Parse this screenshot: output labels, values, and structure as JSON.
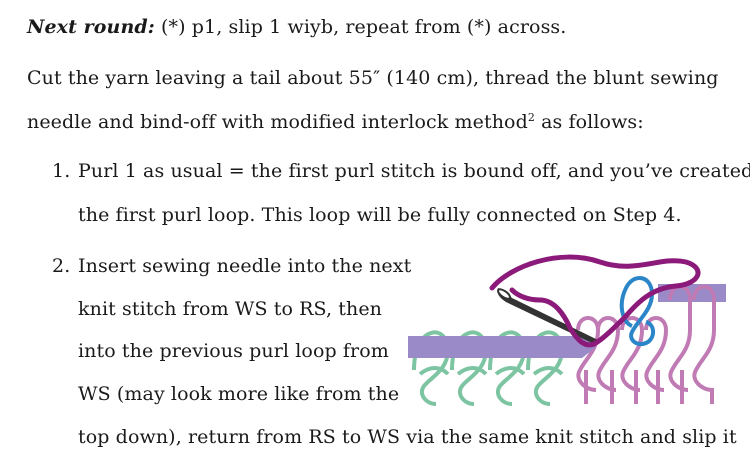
{
  "doc": {
    "p1": {
      "label": "Next round:",
      "text": " (*) p1, slip 1 wiyb, repeat from (*) across."
    },
    "p2": {
      "line1": "Cut the yarn leaving a tail about 55″ (140 cm), thread the blunt sewing",
      "line2_before": "needle and bind-off with modified interlock method",
      "footnote": "2",
      "line2_after": " as follows:"
    },
    "steps": [
      {
        "number": "1.",
        "lines": [
          "Purl 1 as usual = the first purl stitch is bound off, and you’ve created",
          "the first purl loop. This loop will be fully connected on Step 4."
        ]
      },
      {
        "number": "2.",
        "lines": [
          "Insert sewing needle into the next",
          "knit stitch from WS to RS, then",
          "into the previous purl loop from",
          "WS (may look more like from the",
          "top down), return from RS to WS via the same knit stitch and slip it"
        ]
      }
    ]
  },
  "colors": {
    "text": "#1a1a1a",
    "yarn_green": "#7cc4a2",
    "yarn_pink": "#c07ab4",
    "yarn_purple": "#8c1a7a",
    "needle_lilac": "#9a8ac8",
    "loop_blue": "#2a86c8",
    "sewing_needle": "#333333"
  },
  "icons": {
    "illustration": "bind-off-stitch-diagram"
  }
}
